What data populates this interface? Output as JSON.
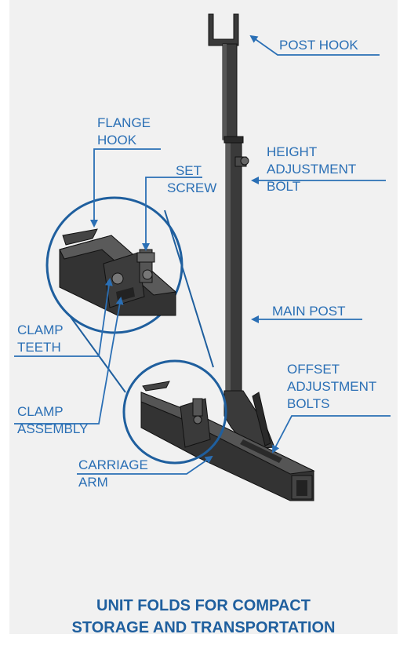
{
  "labels": {
    "post_hook": "POST HOOK",
    "flange_hook": [
      "FLANGE",
      "HOOK"
    ],
    "set_screw": [
      "SET",
      "SCREW"
    ],
    "height_adjustment_bolt": [
      "HEIGHT",
      "ADJUSTMENT",
      "BOLT"
    ],
    "main_post": "MAIN POST",
    "clamp_teeth": [
      "CLAMP",
      "TEETH"
    ],
    "offset_adjustment_bolts": [
      "OFFSET",
      "ADJUSTMENT",
      "BOLTS"
    ],
    "clamp_assembly": [
      "CLAMP",
      "ASSEMBLY"
    ],
    "carriage_arm": [
      "CARRIAGE",
      "ARM"
    ]
  },
  "caption": [
    "UNIT FOLDS FOR COMPACT",
    "STORAGE AND TRANSPORTATION"
  ],
  "colors": {
    "label_blue": "#2a6fb5",
    "caption_blue": "#1f5f9e",
    "panel_background": "#f1f1f1",
    "steel_dark": "#3a3a3a",
    "steel_mid": "#555555"
  }
}
